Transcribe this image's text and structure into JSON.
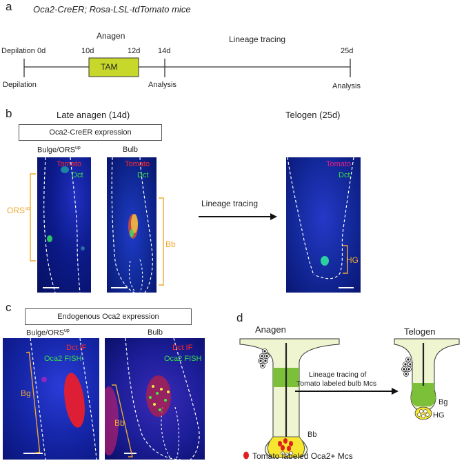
{
  "panel_a": {
    "letter": "a",
    "title": "Oca2-CreER; Rosa-LSL-tdTomato mice",
    "phase_anagen": "Anagen",
    "phase_lineage": "Lineage tracing",
    "tick_0": "Depilation 0d",
    "tick_10": "10d",
    "tick_12": "12d",
    "tick_14": "14d",
    "tick_25": "25d",
    "tam_label": "TAM",
    "below_0": "Depilation",
    "below_14": "Analysis",
    "below_25": "Analysis",
    "tam_color": "#c8d82a"
  },
  "panel_b": {
    "letter": "b",
    "late_anagen": "Late anagen (14d)",
    "telogen": "Telogen (25d)",
    "expression_box": "Oca2-CreER expression",
    "col1_title": "Bulge/ORS",
    "col1_sup": "up",
    "col2_title": "Bulb",
    "tomato": "Tomato",
    "dct": "Dct",
    "ors_label": "ORS",
    "ors_sup": "up",
    "bb_label": "Bb",
    "hg_label": "HG",
    "arrow_label": "Lineage tracing"
  },
  "panel_c": {
    "letter": "c",
    "expression_box": "Endogenous Oca2 expression",
    "col1_title": "Bulge/ORS",
    "col1_sup": "up",
    "col2_title": "Bulb",
    "dct_if": "Dct IF",
    "oca2_fish": "Oca2 FISH",
    "bg_label": "Bg",
    "bb_label": "Bb"
  },
  "panel_d": {
    "letter": "d",
    "anagen": "Anagen",
    "telogen": "Telogen",
    "arrow_line1": "Lineage tracing of",
    "arrow_line2": "Tomato labeled bulb Mcs",
    "bb_label": "Bb",
    "bg_label": "Bg",
    "hg_label": "HG",
    "legend": "Tomato labeled Oca2+ Mcs",
    "follicle_color": "#eef5d0",
    "band_color": "#7cc03a",
    "bulb_color": "#f6e630",
    "dot_color": "#e02020"
  }
}
